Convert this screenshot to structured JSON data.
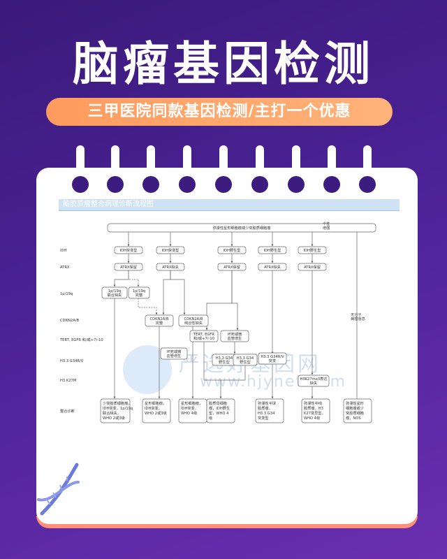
{
  "title": "脑瘤基因检测",
  "subtitle": "三甲医院同款基因检测/主打一个优惠",
  "flow_title": "脑胶质瘤整合病理诊断流程图",
  "top_box": "弥漫性星形细胞瘤或少突胶质细胞瘤",
  "top_right_note": [
    "个性",
    "增强"
  ],
  "row_labels": [
    "IDH",
    "ATRX",
    "1p/19q",
    "CDKN2A/B",
    "TERT, EGFR 和/或+7/-10",
    "H3.3 G34R/V",
    "H3 K27M",
    "整合诊断"
  ],
  "idh_boxes": [
    "IDH突变型",
    "IDH突变型",
    "IDH野生型",
    "IDH野生型",
    "IDH野生型"
  ],
  "atrx_boxes": [
    "ATRX保留",
    "ATRX缺失",
    "ATRX保留",
    "ATRX缺失",
    "ATRX保留"
  ],
  "codel_boxes": [
    [
      "1p/19q",
      "联合缺失"
    ],
    [
      "1p/19q",
      "完整"
    ]
  ],
  "cdkn_boxes": [
    [
      "CDKN2A/B",
      "完整"
    ],
    [
      "CDKN2A/B",
      "纯合性缺失"
    ]
  ],
  "tert_box": [
    "TERT, EGFR",
    "和/或+7/-10"
  ],
  "feature_box": [
    "坏死或微",
    "血管增生"
  ],
  "feature_box2": [
    "坏死或微",
    "血管增生"
  ],
  "h33_boxes": [
    [
      "H3.3 G34",
      "野生型"
    ],
    [
      "H3.3 G34",
      "野生型"
    ],
    [
      "H3.3 G34R/V",
      "突变"
    ]
  ],
  "h3k27_box": [
    "H3K27me3表达",
    "缺失"
  ],
  "nos_note": [
    "无分子",
    "病理信息"
  ],
  "final_boxes": [
    [
      "少突胶质细胞瘤，",
      "IDH突变，1p/19q",
      "联合缺失，",
      "WHO 2或3级"
    ],
    [
      "星形细胞瘤，",
      "IDH突变，",
      "WHO 2或3级"
    ],
    [
      "星形细胞瘤，",
      "IDH突变，",
      "WHO 4级"
    ],
    [
      "胶质母细胞",
      "瘤，IDH野生",
      "型，WHO 4",
      "级"
    ],
    [
      "弥漫性半球",
      "胶质瘤，",
      "H3.3 G34",
      "突变型"
    ],
    [
      "弥漫性中线",
      "胶质瘤，H3",
      "K27变异型，",
      "WHO 4级"
    ],
    [
      "弥漫性星形",
      "细胞瘤或少",
      "突胶质细胞",
      "瘤，NOS"
    ]
  ],
  "watermark_cn": "严选好基因网",
  "watermark_en": "www.hjynet.com",
  "colors": {
    "bg": "#4b2296",
    "pill": "#ffa46a",
    "card_footer": "#ff8f78"
  }
}
